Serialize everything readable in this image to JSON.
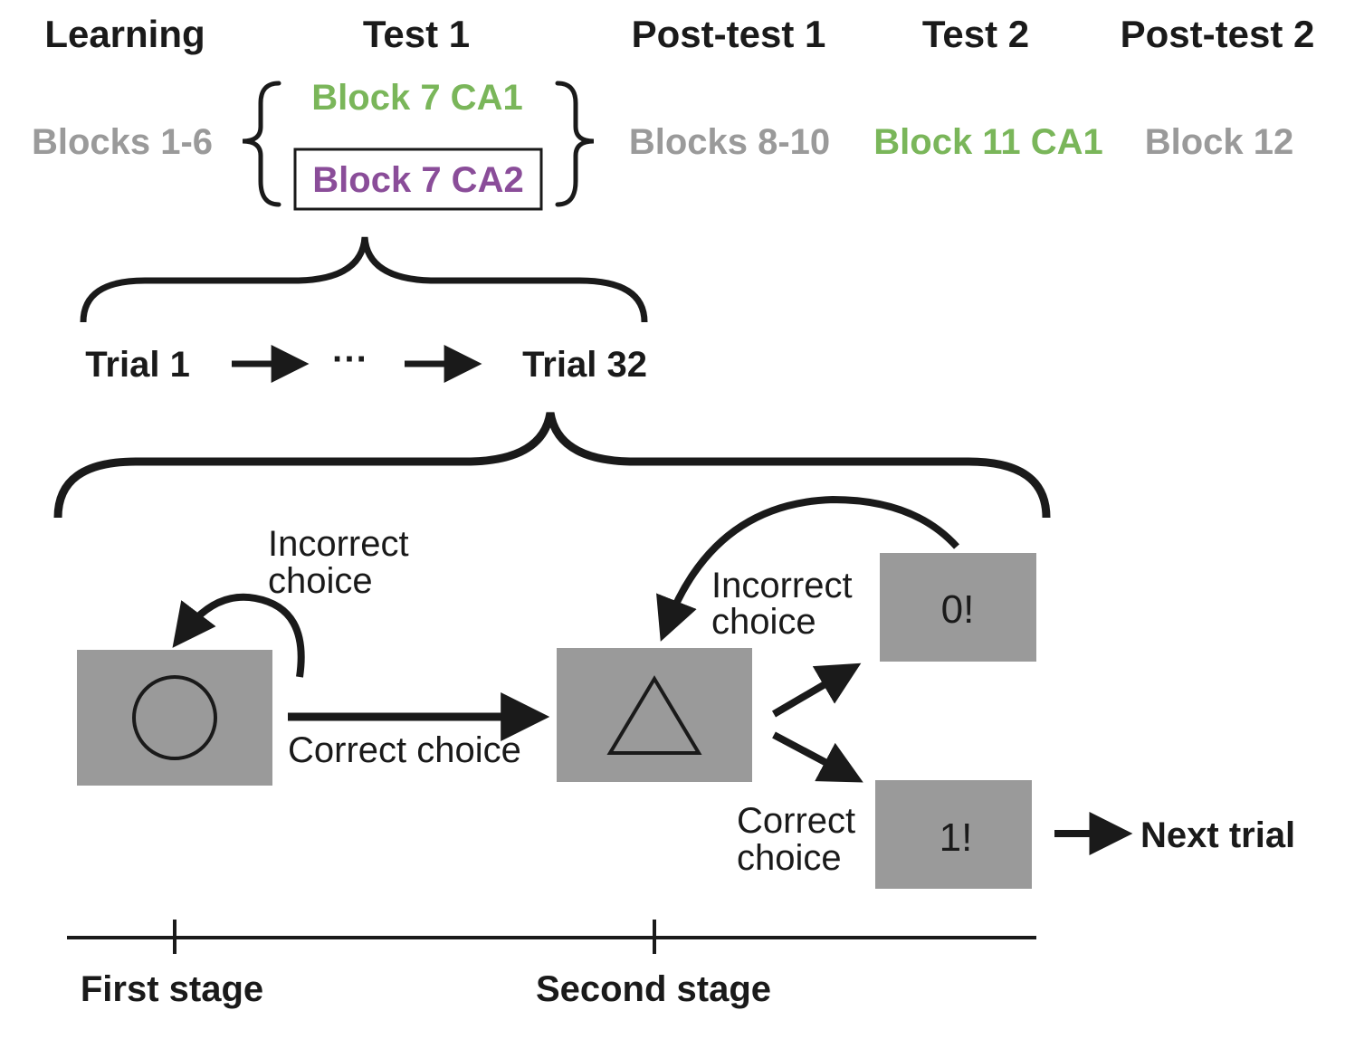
{
  "phases": {
    "learning": "Learning",
    "test1": "Test 1",
    "posttest1": "Post-test 1",
    "test2": "Test 2",
    "posttest2": "Post-test 2"
  },
  "blocks": {
    "learning": "Blocks 1-6",
    "test1_ca1": "Block 7 CA1",
    "test1_ca2": "Block 7 CA2",
    "posttest1": "Blocks 8-10",
    "test2": "Block 11 CA1",
    "posttest2": "Block 12"
  },
  "trials": {
    "first": "Trial 1",
    "ellipsis": "···",
    "last": "Trial 32"
  },
  "first_stage": {
    "incorrect_line1": "Incorrect",
    "incorrect_line2": "choice",
    "correct": "Correct choice"
  },
  "second_stage": {
    "incorrect_line1": "Incorrect",
    "incorrect_line2": "choice",
    "correct_line1": "Correct",
    "correct_line2": "choice"
  },
  "feedback": {
    "zero": "0!",
    "one": "1!"
  },
  "next_trial": "Next trial",
  "timeline": {
    "first_stage": "First stage",
    "second_stage": "Second stage"
  },
  "colors": {
    "green": "#7ab65a",
    "purple": "#8a4d99",
    "grey_text": "#9a9a9a",
    "box_fill": "#9a9a9a",
    "ink": "#1a1a1a"
  },
  "icons": {
    "first_stage_stimulus": "circle-icon",
    "second_stage_stimulus": "triangle-icon"
  }
}
